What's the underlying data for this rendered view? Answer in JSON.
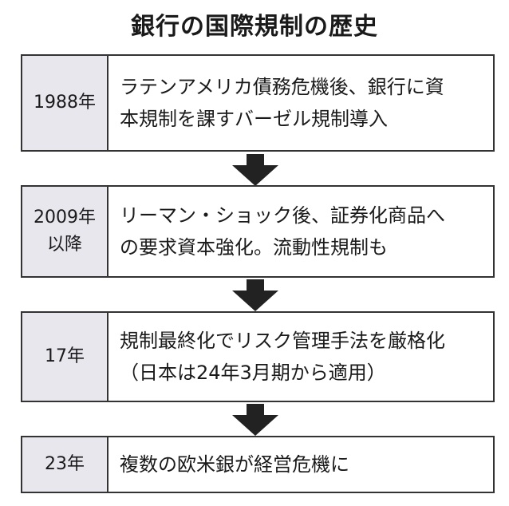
{
  "title": "銀行の国際規制の歴史",
  "rows": [
    {
      "year": [
        "1988年"
      ],
      "lines": [
        "ラテンアメリカ債務危機後、銀行に資",
        "本規制を課すバーゼル規制導入"
      ]
    },
    {
      "year": [
        "2009年",
        "以降"
      ],
      "lines": [
        "リーマン・ショック後、証券化商品へ",
        "の要求資本強化。流動性規制も"
      ]
    },
    {
      "year": [
        "17年"
      ],
      "lines": [
        "規制最終化でリスク管理手法を厳格化",
        "（日本は24年3月期から適用）"
      ]
    },
    {
      "year": [
        "23年"
      ],
      "lines": [
        "複数の欧米銀が経営危機に"
      ]
    }
  ]
}
